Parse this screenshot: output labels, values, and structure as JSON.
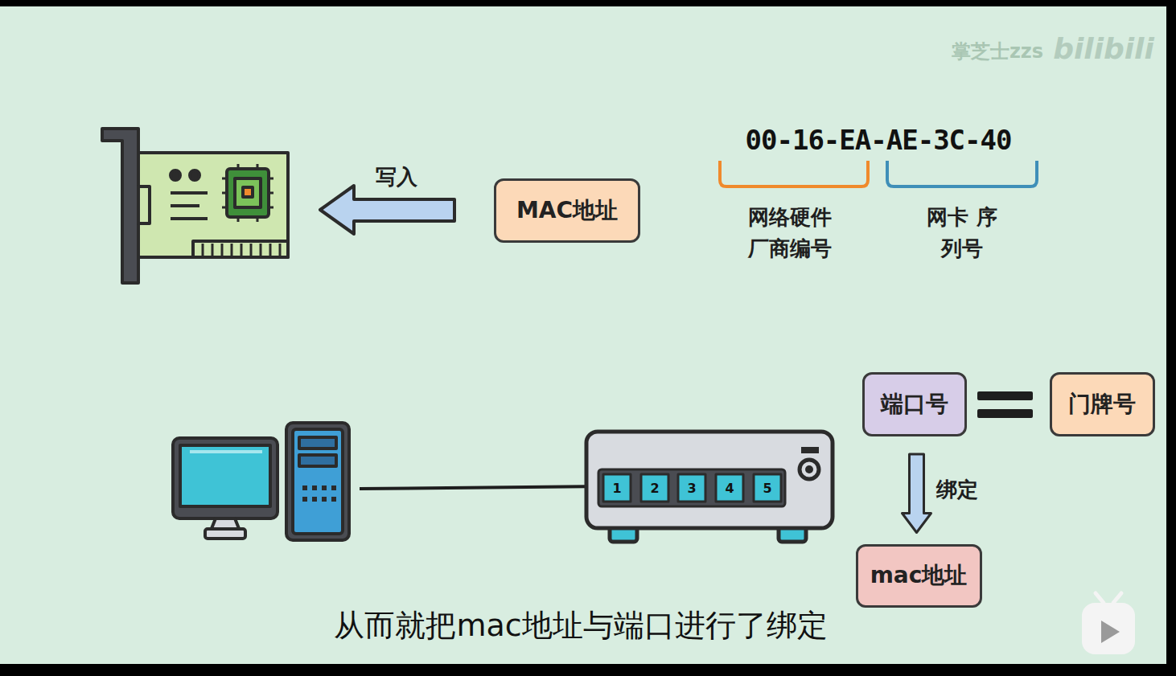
{
  "diagram": {
    "caption": "从而就把mac地址与端口进行了绑定",
    "nodes": [
      {
        "text": [
          "MAC地址"
        ]
      },
      {
        "text": [
          "端口号"
        ]
      },
      {
        "text": [
          "门牌号"
        ]
      },
      {
        "text": [
          "mac地址"
        ]
      }
    ],
    "edges": [
      {
        "from": 1,
        "to": 3,
        "arrow": "to",
        "label": "绑定"
      }
    ],
    "labels": [
      "掌芝士zzs",
      "bilibili",
      "写入",
      "00-16-EA-AE-3C-40",
      "网络硬件 厂商编号",
      "网卡 序列号",
      "1",
      "2",
      "3",
      "4",
      "5"
    ]
  }
}
